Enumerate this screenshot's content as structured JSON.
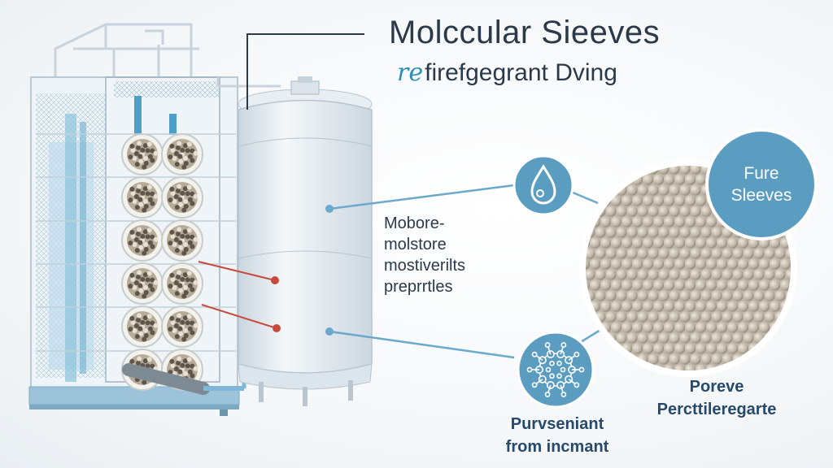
{
  "header": {
    "title": "Molccular Sieeves",
    "subtitle_mark": "re",
    "subtitle_mark2": "fi",
    "subtitle_rest": "refgegrant Dving"
  },
  "middle_label": {
    "lines": [
      "Mobore-",
      "molstore",
      "mostiverilts",
      "preprrtles"
    ]
  },
  "badge": {
    "lines": [
      "Fure",
      "Sleeves"
    ]
  },
  "pore_label": {
    "lines": [
      "Poreve",
      "Percttileregarte"
    ]
  },
  "purv_label": {
    "lines": [
      "Purvseniant",
      "from incmant"
    ]
  },
  "icons": {
    "drop": "water-drop-icon",
    "network": "molecule-network-icon"
  },
  "colors": {
    "accent_blue": "#5a9dc0",
    "line_blue": "#6aa9cc",
    "title_dark": "#2b3a4a",
    "label_navy": "#27496b",
    "connector_red": "#c84a3c",
    "bead": "#c9c0b3"
  }
}
